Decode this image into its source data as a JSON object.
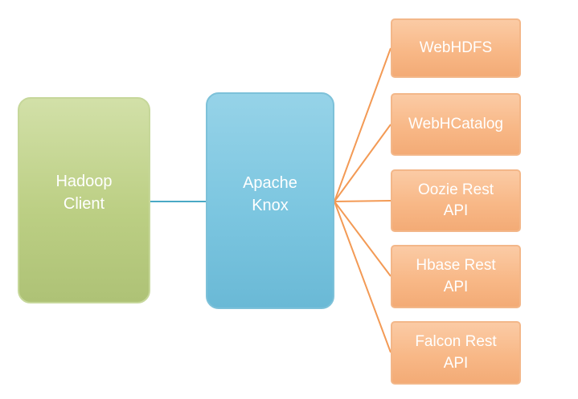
{
  "colors": {
    "client_fill": "#bccf84",
    "knox_fill": "#7cc6e0",
    "service_fill": "#f8b887",
    "client_link": "#4aa9c5",
    "service_link": "#f39a55",
    "label_text": "#ffffff"
  },
  "client": {
    "lines": [
      "Hadoop",
      "Client"
    ]
  },
  "gateway": {
    "lines": [
      "Apache",
      "Knox"
    ]
  },
  "services": [
    {
      "lines": [
        "WebHDFS"
      ]
    },
    {
      "lines": [
        "WebHCatalog"
      ]
    },
    {
      "lines": [
        "Oozie Rest",
        "API"
      ]
    },
    {
      "lines": [
        "Hbase Rest",
        "API"
      ]
    },
    {
      "lines": [
        "Falcon Rest",
        "API"
      ]
    }
  ]
}
